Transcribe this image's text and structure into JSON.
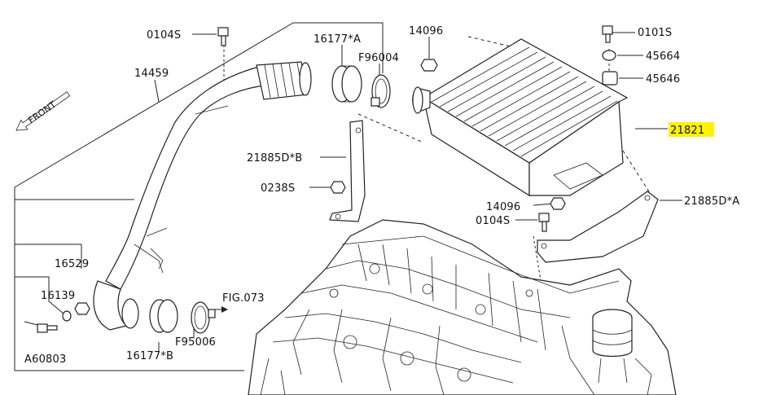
{
  "labels": {
    "l0104s_top": "0104S",
    "l16177a": "16177*A",
    "l14096_top": "14096",
    "l0101s": "0101S",
    "l45664": "45664",
    "l45646": "45646",
    "l21821": "21821",
    "l14459": "14459",
    "lf96004": "F96004",
    "lfront": "FRONT",
    "l21885b": "21885D*B",
    "l0238s": "0238S",
    "l14096_mid": "14096",
    "l0104s_mid": "0104S",
    "l21885a": "21885D*A",
    "l16529": "16529",
    "l16139": "16139",
    "la60803": "A60803",
    "lfig073": "FIG.073",
    "lf95006": "F95006",
    "l16177b": "16177*B"
  },
  "highlight_color": "#fff200",
  "line_color": "#222222"
}
